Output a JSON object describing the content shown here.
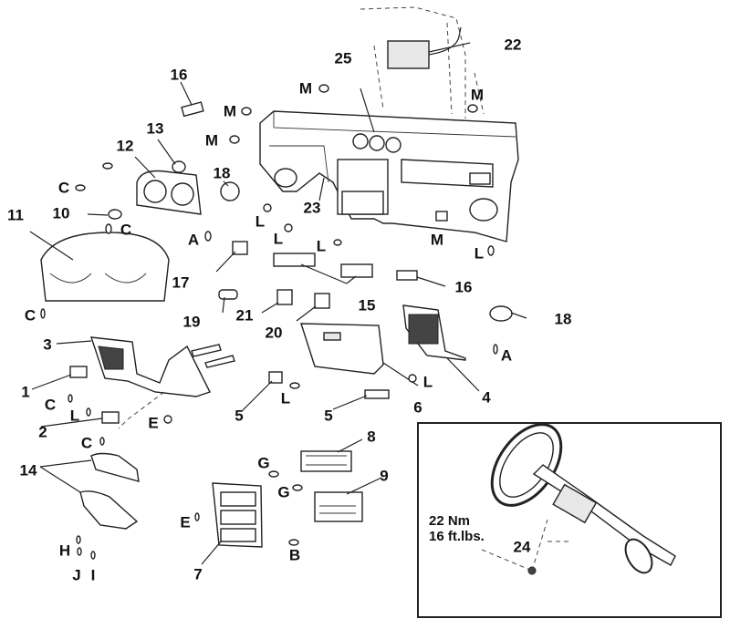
{
  "title": "Instrument panel exploded view",
  "callouts": {
    "n1": "1",
    "n2": "2",
    "n3": "3",
    "n4": "4",
    "n5a": "5",
    "n5b": "5",
    "n6": "6",
    "n7": "7",
    "n8": "8",
    "n9": "9",
    "n10": "10",
    "n11": "11",
    "n12": "12",
    "n13": "13",
    "n14": "14",
    "n15": "15",
    "n16a": "16",
    "n16b": "16",
    "n17": "17",
    "n18a": "18",
    "n18b": "18",
    "n19": "19",
    "n20": "20",
    "n21": "21",
    "n22": "22",
    "n23": "23",
    "n24": "24",
    "n25": "25"
  },
  "fasteners": {
    "M1": "M",
    "M2": "M",
    "M3": "M",
    "M4": "M",
    "M5": "M",
    "C1": "C",
    "C2": "C",
    "C3": "C",
    "C4": "C",
    "C5": "C",
    "A1": "A",
    "A2": "A",
    "L1": "L",
    "L2": "L",
    "L3": "L",
    "L4": "L",
    "L5": "L",
    "L6": "L",
    "L7": "L",
    "E1": "E",
    "E2": "E",
    "G1": "G",
    "G2": "G",
    "B1": "B",
    "H1": "H",
    "J1": "J",
    "I1": "I"
  },
  "inset": {
    "torque_nm": "22 Nm",
    "torque_ftlbs": "16 ft.lbs."
  }
}
